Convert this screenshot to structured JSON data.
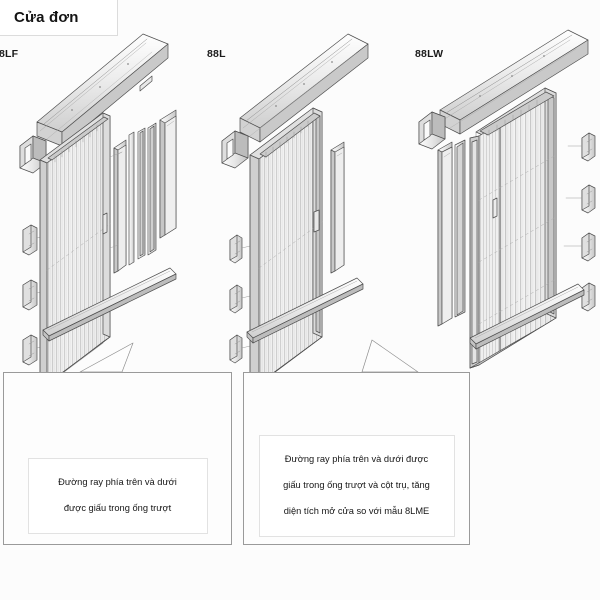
{
  "page": {
    "title": "Cửa đơn",
    "background_color": "#fcfcfc",
    "line_color": "#555555",
    "fill_light": "#f2f2f2",
    "fill_mid": "#d8d8d8",
    "fill_dark": "#b4b4b4"
  },
  "assemblies": [
    {
      "label": "8LF",
      "name": "exploded-door-assembly-8lf",
      "parts": [
        "top-head-rail",
        "u-bracket",
        "pleated-screen-panel",
        "vertical-profile-1",
        "vertical-profile-2",
        "vertical-profile-3",
        "vertical-profile-4",
        "bottom-track",
        "side-clip-1",
        "side-clip-2",
        "side-clip-3"
      ]
    },
    {
      "label": "88L",
      "name": "exploded-door-assembly-88l",
      "parts": [
        "top-head-rail",
        "u-bracket",
        "pleated-screen-panel",
        "vertical-profile-1",
        "bottom-track",
        "side-clip-1",
        "side-clip-2",
        "side-clip-3"
      ]
    },
    {
      "label": "88LW",
      "name": "exploded-door-assembly-88lw",
      "parts": [
        "top-head-rail",
        "u-bracket",
        "pleated-screen-panel-wide",
        "vertical-profile-1",
        "vertical-profile-2",
        "bottom-track",
        "side-clip-1",
        "side-clip-2",
        "side-clip-3",
        "side-clip-4"
      ]
    }
  ],
  "callouts": [
    {
      "name": "callout-hidden-track",
      "caption_lines": [
        "Đường ray phía trên và dưới",
        "được giấu trong ống trượt"
      ],
      "illustration": "installed-door-detail-1"
    },
    {
      "name": "callout-hidden-track-and-post",
      "caption_lines": [
        "Đường ray phía trên và dưới được",
        "giấu trong ống trượt và cột trụ, tăng",
        "diện tích mở cửa so với mẫu 8LME"
      ],
      "illustration": "installed-door-detail-2"
    }
  ]
}
